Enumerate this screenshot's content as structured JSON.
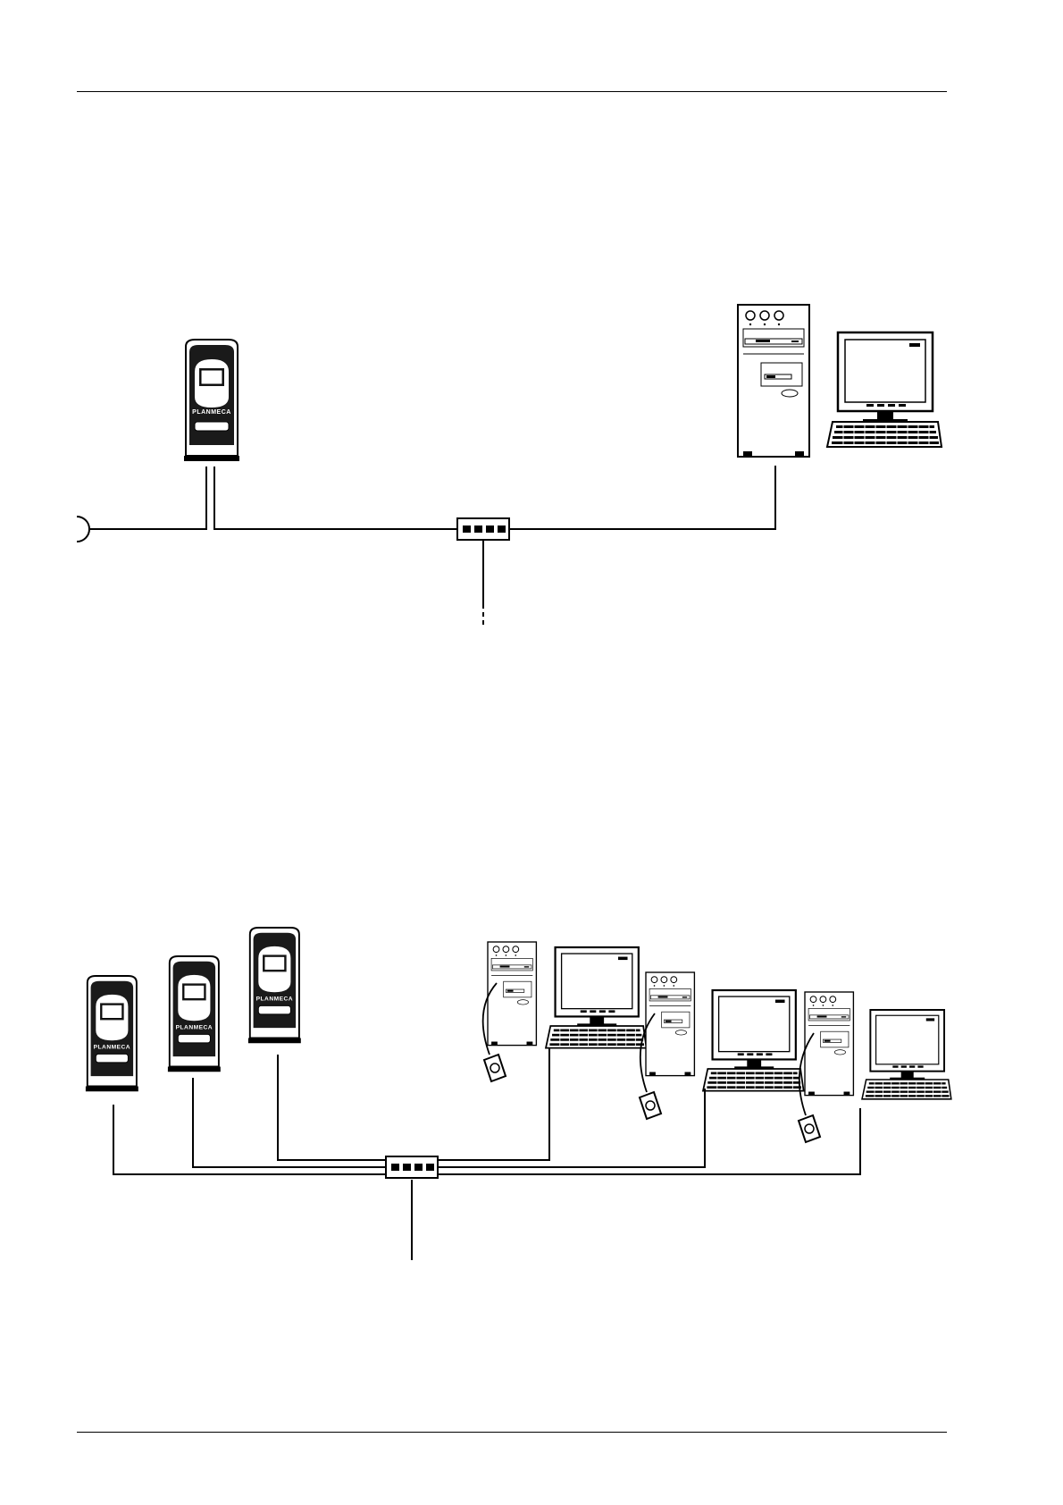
{
  "figures": [
    {
      "id": "single-unit-network",
      "units": [
        {
          "brand_label": "PLANMECA"
        }
      ],
      "workstations": 1,
      "hub_ports": 4
    },
    {
      "id": "multi-unit-network",
      "units": [
        {
          "brand_label": "PLANMECA"
        },
        {
          "brand_label": "PLANMECA"
        },
        {
          "brand_label": "PLANMECA"
        }
      ],
      "workstations": 3,
      "sensors": 3,
      "hub_ports": 4
    }
  ]
}
